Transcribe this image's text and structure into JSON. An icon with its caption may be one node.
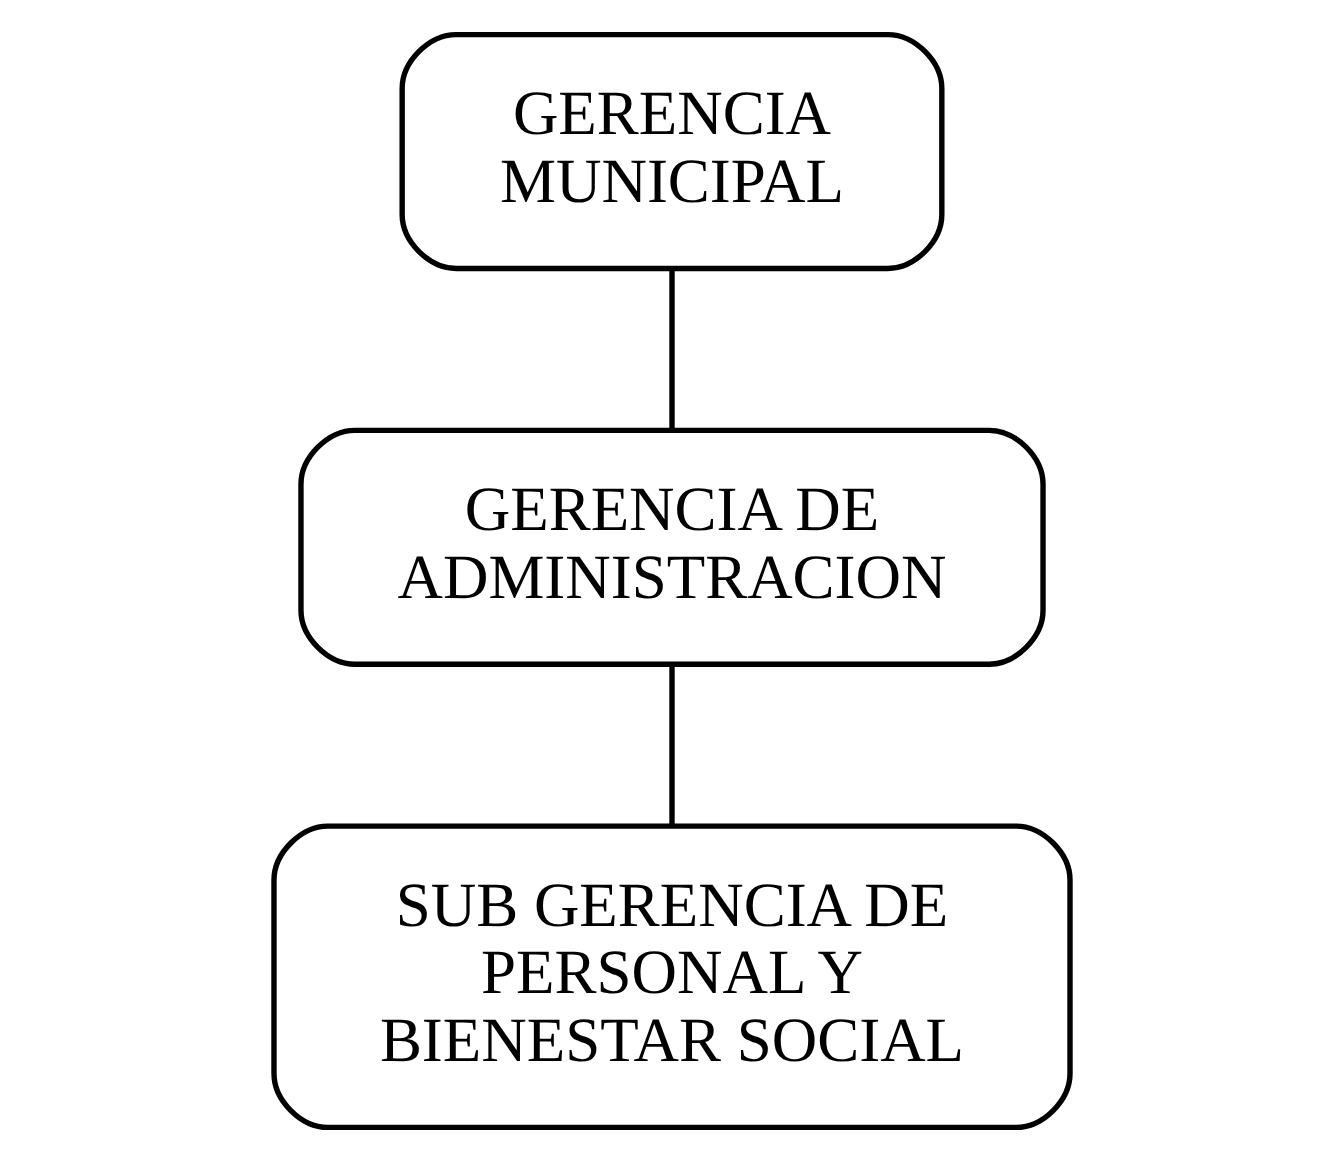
{
  "diagram": {
    "nodes": [
      {
        "text": [
          "GERENCIA MUNICIPAL"
        ]
      },
      {
        "text": [
          "GERENCIA DE ADMINISTRACION"
        ]
      },
      {
        "text": [
          "SUB GERENCIA DE PERSONAL Y BIENESTAR SOCIAL"
        ]
      }
    ],
    "edges": [
      {
        "from": 0,
        "to": 1,
        "arrow": "none"
      },
      {
        "from": 1,
        "to": 2,
        "arrow": "none"
      }
    ]
  }
}
